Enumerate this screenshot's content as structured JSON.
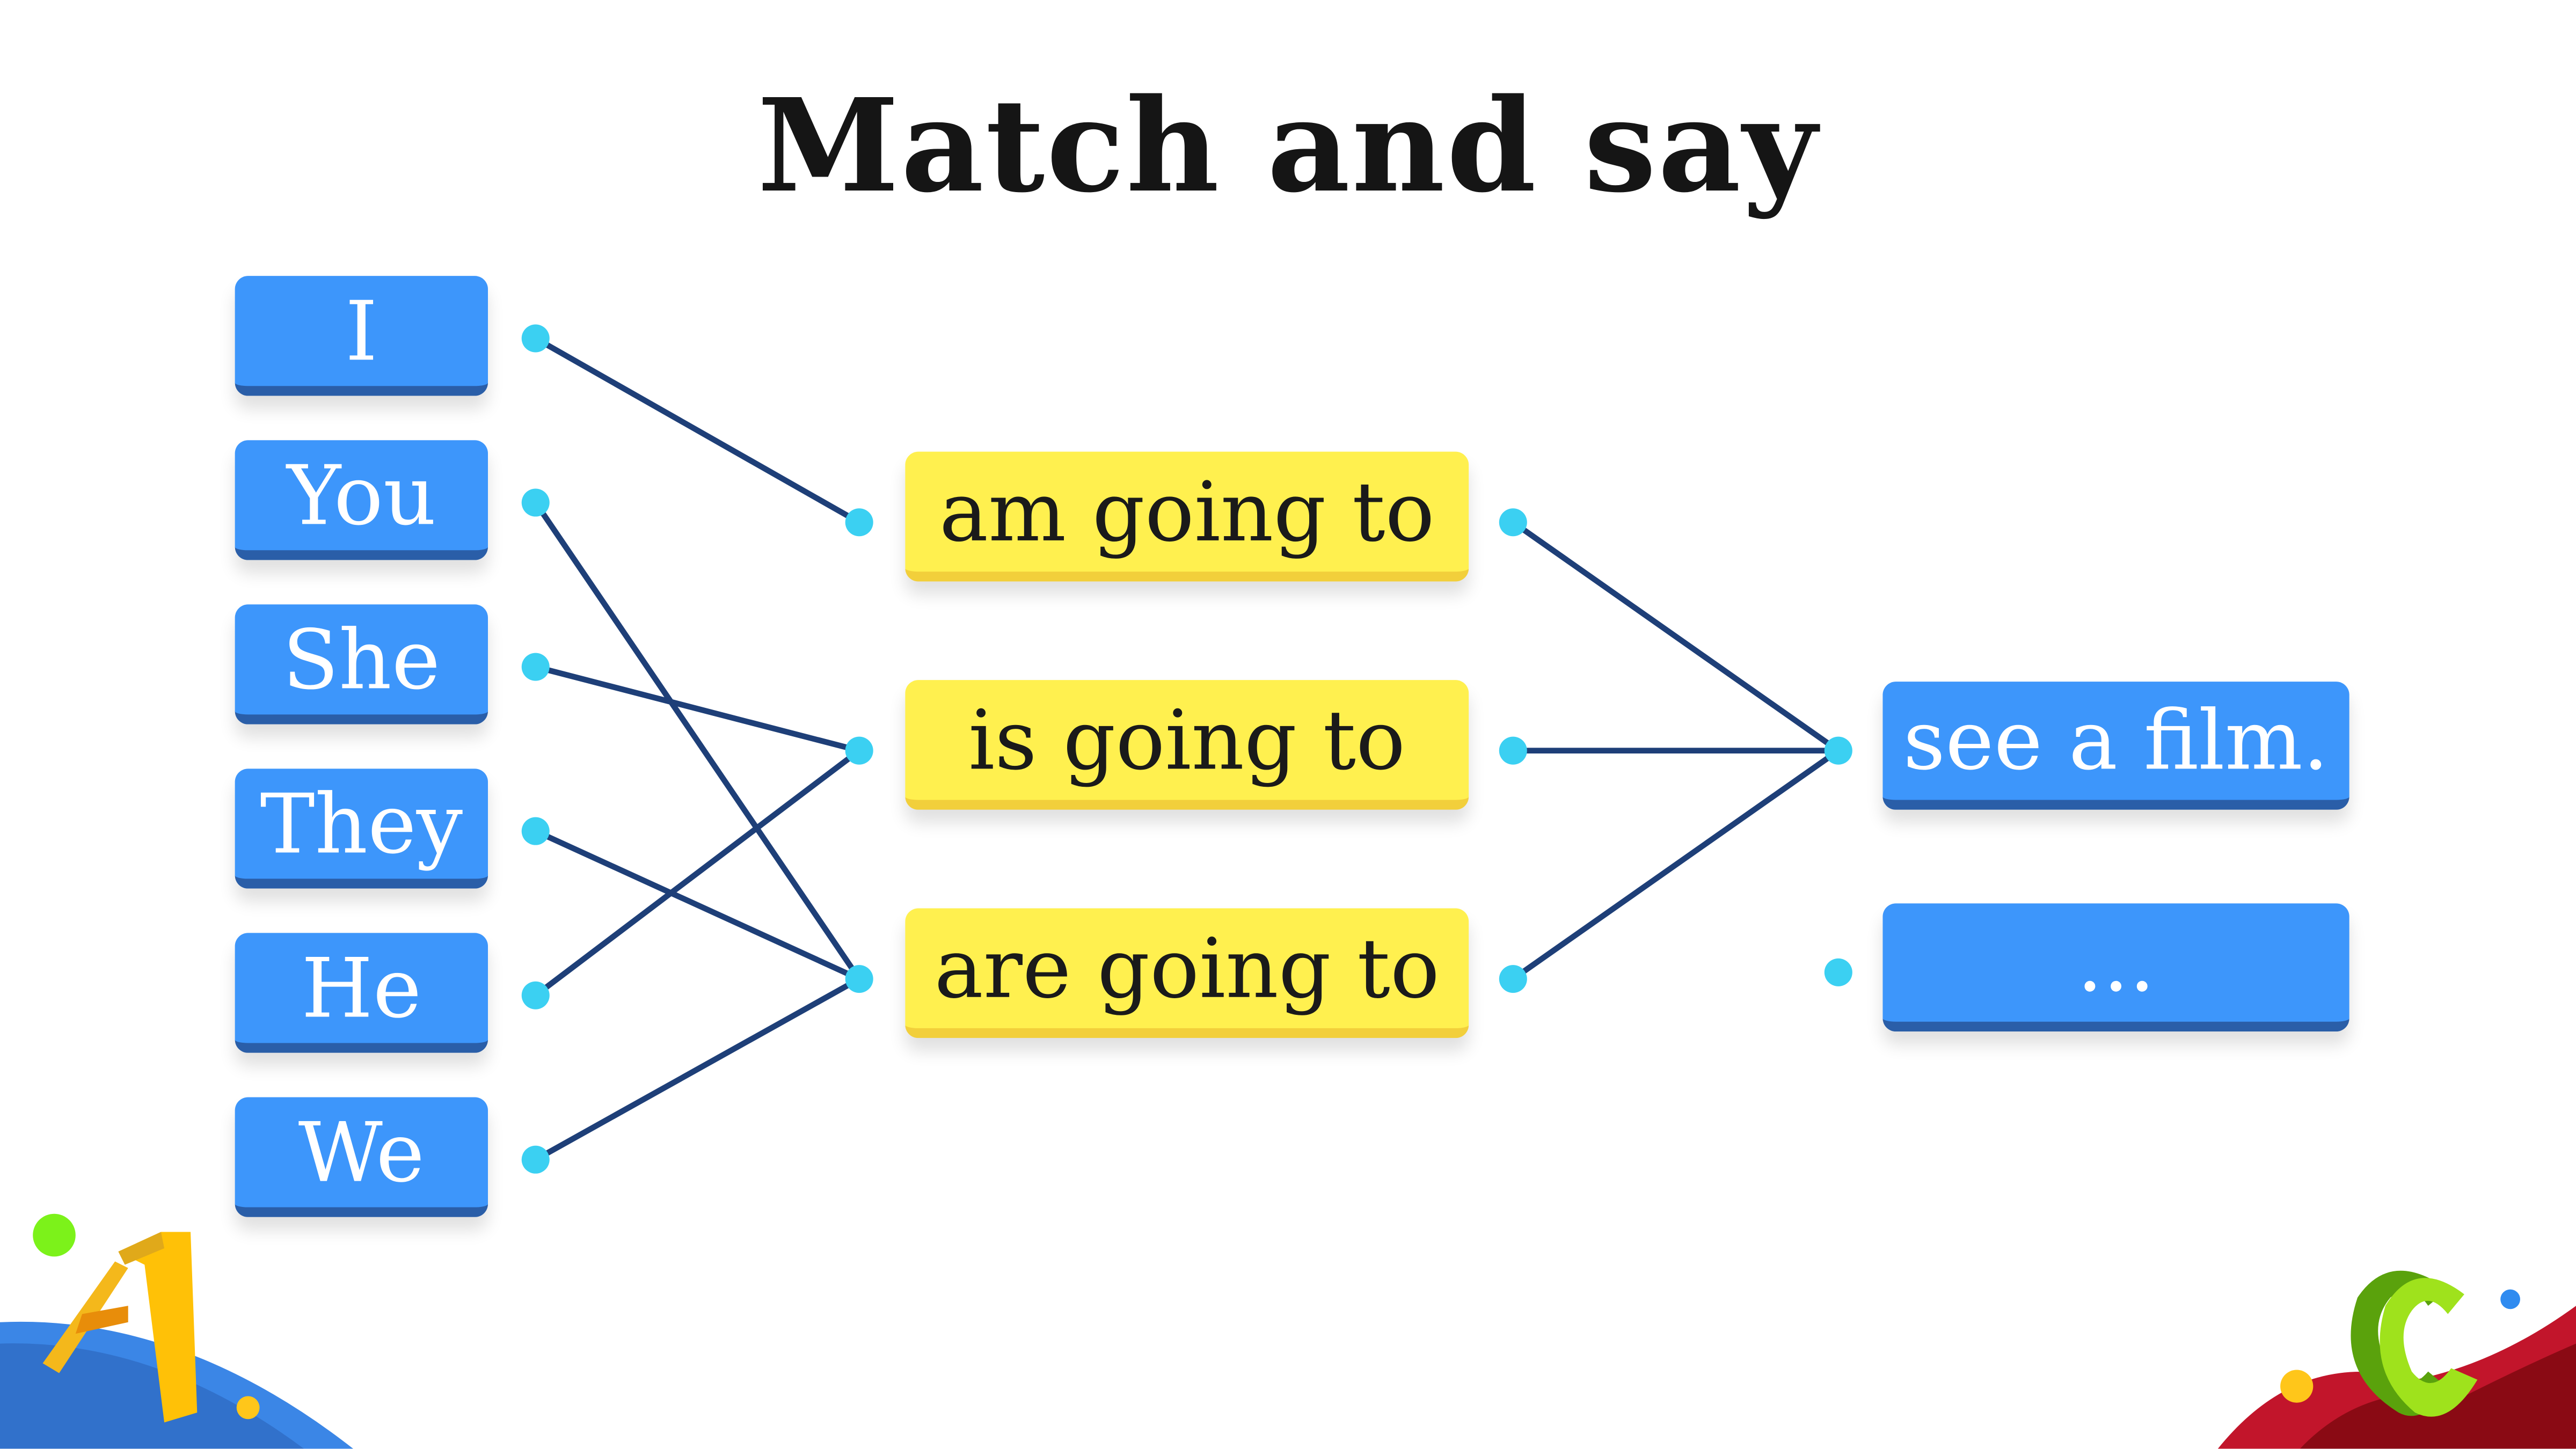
{
  "title": "Match and say",
  "subjects": [
    {
      "id": "I",
      "label": "I"
    },
    {
      "id": "You",
      "label": "You"
    },
    {
      "id": "She",
      "label": "She"
    },
    {
      "id": "They",
      "label": "They"
    },
    {
      "id": "He",
      "label": "He"
    },
    {
      "id": "We",
      "label": "We"
    }
  ],
  "verbs": [
    {
      "id": "am",
      "label": "am going to"
    },
    {
      "id": "is",
      "label": "is going to"
    },
    {
      "id": "are",
      "label": "are going to"
    }
  ],
  "objects": [
    {
      "id": "film",
      "label": "see a film."
    },
    {
      "id": "more",
      "label": "..."
    }
  ],
  "connections": [
    {
      "from": "I",
      "to": "am"
    },
    {
      "from": "You",
      "to": "are"
    },
    {
      "from": "She",
      "to": "is"
    },
    {
      "from": "They",
      "to": "are"
    },
    {
      "from": "He",
      "to": "is"
    },
    {
      "from": "We",
      "to": "are"
    },
    {
      "from": "am",
      "to": "film"
    },
    {
      "from": "is",
      "to": "film"
    },
    {
      "from": "are",
      "to": "film"
    }
  ],
  "colors": {
    "line": "#1e3f78",
    "dot": "#3bd0f2",
    "blue_box": "#3d96fb",
    "yellow_box": "#fff04f"
  }
}
